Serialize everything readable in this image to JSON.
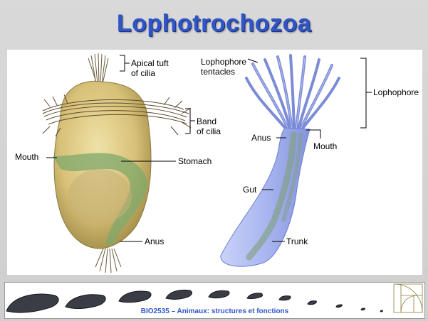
{
  "slide": {
    "title": "Lophotrochozoa",
    "footer_text": "BIO2535 – Animaux: structures et fonctions"
  },
  "larva_labels": {
    "apical_tuft": "Apical tuft\nof cilia",
    "band_of_cilia": "Band\nof cilia",
    "mouth": "Mouth",
    "stomach": "Stomach",
    "anus": "Anus"
  },
  "lophophorate_labels": {
    "lophophore_tentacles": "Lophophore\ntentacles",
    "lophophore": "Lophophore",
    "anus": "Anus",
    "mouth": "Mouth",
    "gut": "Gut",
    "trunk": "Trunk"
  },
  "colors": {
    "title": "#2f55c9",
    "larva_body": "#d8c178",
    "larva_gut": "#7fa86b",
    "phoronid_body": "#a9b6f0"
  }
}
